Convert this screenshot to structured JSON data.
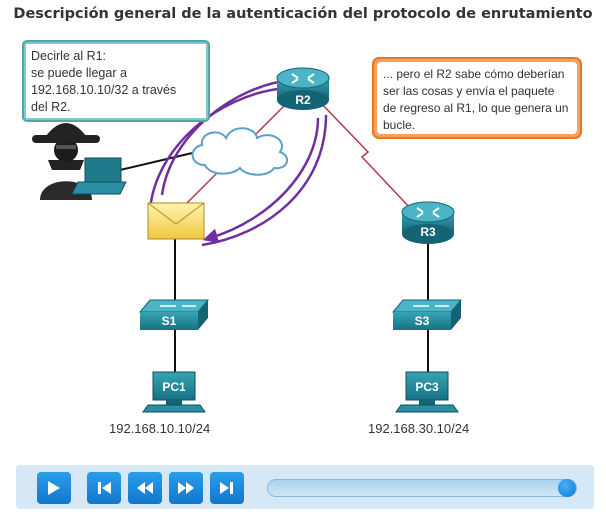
{
  "title": "Descripción general de la autenticación del protocolo de enrutamiento",
  "callout_attacker": {
    "lines": [
      "Decirle al R1:",
      "se puede llegar a",
      "192.168.10.10/32 a través",
      "del R2."
    ]
  },
  "callout_r2": {
    "text": "... pero el R2 sabe cómo deberían ser las cosas y envía el paquete de regreso al R1, lo que genera un bucle."
  },
  "devices": {
    "r2": "R2",
    "r3": "R3",
    "s1": "S1",
    "s3": "S3",
    "pc1": "PC1",
    "pc3": "PC3"
  },
  "ips": {
    "pc1": "192.168.10.10/24",
    "pc3": "192.168.30.10/24"
  },
  "player": {
    "progress": 1.0
  },
  "colors": {
    "callout_left_border": "#4fa8a5",
    "callout_right_border": "#e07a2a",
    "loop_arrow": "#7030a0",
    "serial_link": "#b03a4e",
    "router": "#1f7a8c"
  }
}
